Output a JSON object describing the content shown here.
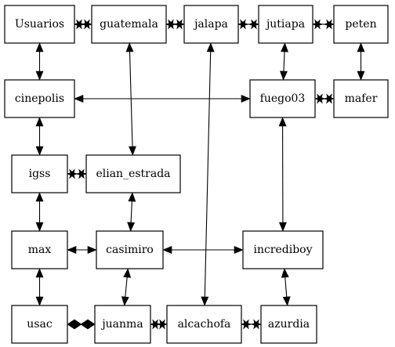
{
  "graph": {
    "nodes": [
      {
        "id": "usuarios",
        "label": "Usuarios"
      },
      {
        "id": "guatemala",
        "label": "guatemala"
      },
      {
        "id": "jalapa",
        "label": "jalapa"
      },
      {
        "id": "jutiapa",
        "label": "jutiapa"
      },
      {
        "id": "peten",
        "label": "peten"
      },
      {
        "id": "cinepolis",
        "label": "cinepolis"
      },
      {
        "id": "fuego03",
        "label": "fuego03"
      },
      {
        "id": "mafer",
        "label": "mafer"
      },
      {
        "id": "igss",
        "label": "igss"
      },
      {
        "id": "elian_estrada",
        "label": "elian_estrada"
      },
      {
        "id": "max",
        "label": "max"
      },
      {
        "id": "casimiro",
        "label": "casimiro"
      },
      {
        "id": "incrediboy",
        "label": "incrediboy"
      },
      {
        "id": "usac",
        "label": "usac"
      },
      {
        "id": "juanma",
        "label": "juanma"
      },
      {
        "id": "alcachofa",
        "label": "alcachofa"
      },
      {
        "id": "azurdia",
        "label": "azurdia"
      }
    ],
    "edges": [
      {
        "from": "usuarios",
        "to": "guatemala",
        "head": "star"
      },
      {
        "from": "guatemala",
        "to": "jalapa",
        "head": "star"
      },
      {
        "from": "jalapa",
        "to": "jutiapa",
        "head": "star"
      },
      {
        "from": "jutiapa",
        "to": "peten",
        "head": "star"
      },
      {
        "from": "usuarios",
        "to": "cinepolis",
        "head": "arrow"
      },
      {
        "from": "guatemala",
        "to": "elian_estrada",
        "head": "arrow"
      },
      {
        "from": "jalapa",
        "to": "alcachofa",
        "head": "arrow"
      },
      {
        "from": "jutiapa",
        "to": "fuego03",
        "head": "arrow"
      },
      {
        "from": "peten",
        "to": "mafer",
        "head": "arrow"
      },
      {
        "from": "cinepolis",
        "to": "fuego03",
        "head": "arrow"
      },
      {
        "from": "fuego03",
        "to": "mafer",
        "head": "star"
      },
      {
        "from": "cinepolis",
        "to": "igss",
        "head": "arrow"
      },
      {
        "from": "fuego03",
        "to": "incrediboy",
        "head": "arrow"
      },
      {
        "from": "igss",
        "to": "elian_estrada",
        "head": "star"
      },
      {
        "from": "igss",
        "to": "max",
        "head": "arrow"
      },
      {
        "from": "elian_estrada",
        "to": "casimiro",
        "head": "arrow"
      },
      {
        "from": "max",
        "to": "casimiro",
        "head": "arrow"
      },
      {
        "from": "casimiro",
        "to": "incrediboy",
        "head": "arrow"
      },
      {
        "from": "max",
        "to": "usac",
        "head": "arrow"
      },
      {
        "from": "casimiro",
        "to": "juanma",
        "head": "arrow"
      },
      {
        "from": "incrediboy",
        "to": "azurdia",
        "head": "arrow"
      },
      {
        "from": "usac",
        "to": "juanma",
        "head": "diamond"
      },
      {
        "from": "juanma",
        "to": "alcachofa",
        "head": "star"
      },
      {
        "from": "alcachofa",
        "to": "azurdia",
        "head": "star"
      }
    ]
  }
}
